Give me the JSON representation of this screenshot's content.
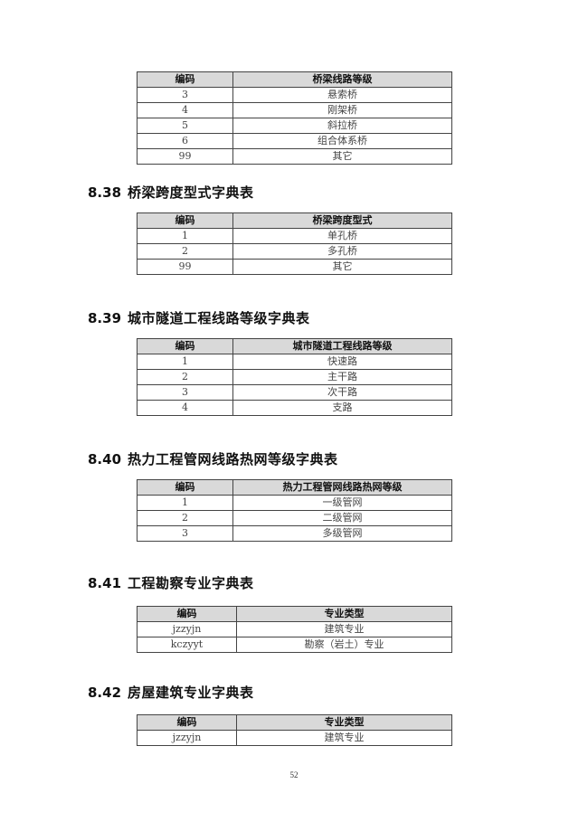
{
  "sections": [
    {
      "heading": null,
      "table": {
        "headers": [
          "编码",
          "桥梁线路等级"
        ],
        "rows": [
          [
            "3",
            "悬索桥"
          ],
          [
            "4",
            "刚架桥"
          ],
          [
            "5",
            "斜拉桥"
          ],
          [
            "6",
            "组合体系桥"
          ],
          [
            "99",
            "其它"
          ]
        ]
      }
    },
    {
      "heading": {
        "number": "8.38",
        "title": "桥梁跨度型式字典表"
      },
      "table": {
        "headers": [
          "编码",
          "桥梁跨度型式"
        ],
        "rows": [
          [
            "1",
            "单孔桥"
          ],
          [
            "2",
            "多孔桥"
          ],
          [
            "99",
            "其它"
          ]
        ]
      }
    },
    {
      "heading": {
        "number": "8.39",
        "title": "城市隧道工程线路等级字典表"
      },
      "table": {
        "headers": [
          "编码",
          "城市隧道工程线路等级"
        ],
        "rows": [
          [
            "1",
            "快速路"
          ],
          [
            "2",
            "主干路"
          ],
          [
            "3",
            "次干路"
          ],
          [
            "4",
            "支路"
          ]
        ]
      }
    },
    {
      "heading": {
        "number": "8.40",
        "title": "热力工程管网线路热网等级字典表"
      },
      "table": {
        "headers": [
          "编码",
          "热力工程管网线路热网等级"
        ],
        "rows": [
          [
            "1",
            "一级管网"
          ],
          [
            "2",
            "二级管网"
          ],
          [
            "3",
            "多级管网"
          ]
        ]
      }
    },
    {
      "heading": {
        "number": "8.41",
        "title": "工程勘察专业字典表"
      },
      "table": {
        "headers": [
          "编码",
          "专业类型"
        ],
        "rows": [
          [
            "jzzyjn",
            "建筑专业"
          ],
          [
            "kczyyt",
            "勘察（岩土）专业"
          ]
        ]
      }
    },
    {
      "heading": {
        "number": "8.42",
        "title": "房屋建筑专业字典表"
      },
      "table": {
        "headers": [
          "编码",
          "专业类型"
        ],
        "rows": [
          [
            "jzzyjn",
            "建筑专业"
          ]
        ]
      }
    }
  ],
  "page_number": "52"
}
